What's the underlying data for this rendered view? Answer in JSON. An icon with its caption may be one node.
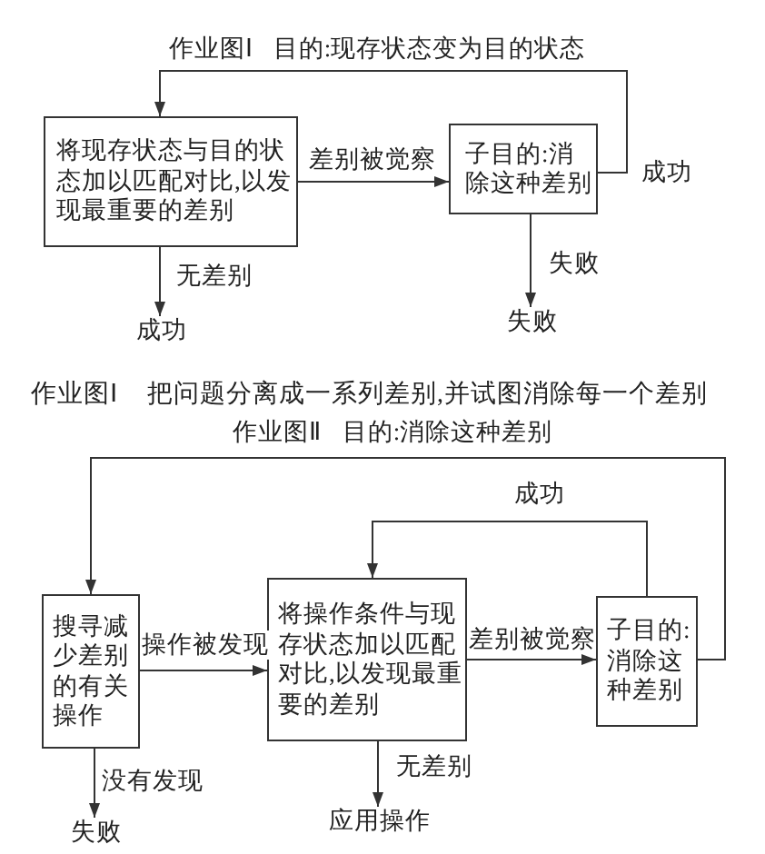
{
  "diagram": {
    "title": "作业图Ⅰ 目的:现存状态变为目的状态",
    "caption": "作业图Ⅰ 把问题分离成一系列差别,并试图消除每一个差别",
    "nodes": [
      {
        "text": [
          "将现存状态与目的状态加以匹配对比,以发现最重要的差别"
        ]
      },
      {
        "text": [
          "子目的:消除这种差别"
        ]
      },
      {
        "text": [
          "成功"
        ]
      },
      {
        "text": [
          "失败"
        ]
      },
      {
        "text": [
          "搜寻减少差别的有关操作"
        ]
      },
      {
        "text": [
          "将操作条件与现存状态加以匹配对比,以发现最重要的差别"
        ]
      },
      {
        "text": [
          "子目的:消除这种差别"
        ]
      },
      {
        "text": [
          "失败"
        ]
      },
      {
        "text": [
          "应用操作"
        ]
      }
    ],
    "edges": [
      {
        "from": 0,
        "to": 1,
        "arrow": "to",
        "label": "差别被觉察"
      },
      {
        "from": 1,
        "to": 0,
        "arrow": "to",
        "label": "成功"
      },
      {
        "from": 0,
        "to": 2,
        "arrow": "to",
        "label": "无差别"
      },
      {
        "from": 1,
        "to": 3,
        "arrow": "to",
        "label": "失败"
      },
      {
        "from": 4,
        "to": 5,
        "arrow": "to",
        "label": "操作被发现"
      },
      {
        "from": 5,
        "to": 6,
        "arrow": "to",
        "label": "差别被觉察"
      },
      {
        "from": 6,
        "to": 5,
        "arrow": "to",
        "label": "成功"
      },
      {
        "from": 6,
        "to": 4,
        "arrow": "to"
      },
      {
        "from": 4,
        "to": 7,
        "arrow": "to",
        "label": "没有发现"
      },
      {
        "from": 5,
        "to": 8,
        "arrow": "to",
        "label": "无差别"
      }
    ],
    "labels": [
      "作业图Ⅱ 目的:消除这种差别"
    ]
  }
}
